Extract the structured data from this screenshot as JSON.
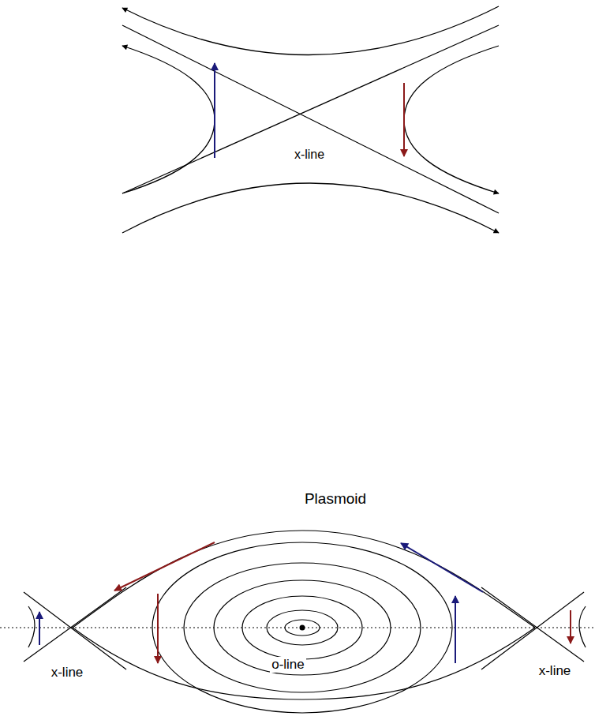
{
  "diagram": {
    "labels": [
      "x-line",
      "Plasmoid",
      "o-line",
      "x-line",
      "x-line"
    ]
  }
}
